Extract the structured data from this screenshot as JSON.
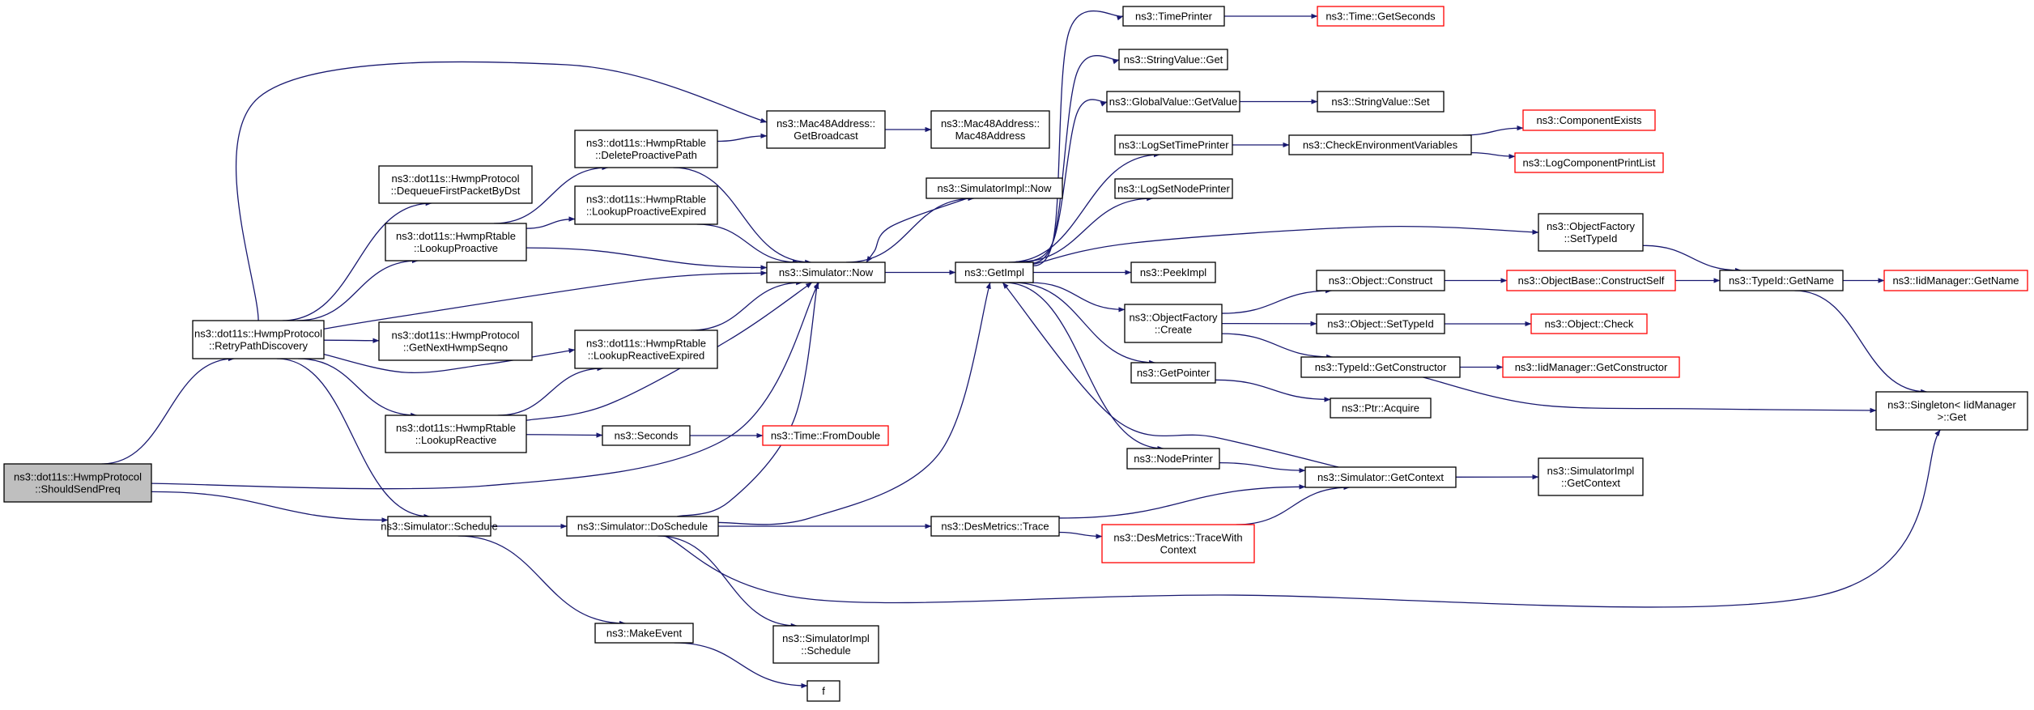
{
  "colors": {
    "edge": "#191970",
    "normal_border": "#000000",
    "truncated_border": "#ff0000",
    "root_fill": "#bfbfbf",
    "node_fill": "#ffffff"
  },
  "nodes": [
    {
      "id": "root",
      "label": [
        "ns3::dot11s::HwmpProtocol",
        "::ShouldSendPreq"
      ],
      "style": "root"
    },
    {
      "id": "retry",
      "label": [
        "ns3::dot11s::HwmpProtocol",
        "::RetryPathDiscovery"
      ],
      "style": "normal"
    },
    {
      "id": "sched",
      "label": [
        "ns3::Simulator::Schedule"
      ],
      "style": "normal"
    },
    {
      "id": "deq",
      "label": [
        "ns3::dot11s::HwmpProtocol",
        "::DequeueFirstPacketByDst"
      ],
      "style": "normal"
    },
    {
      "id": "lpro",
      "label": [
        "ns3::dot11s::HwmpRtable",
        "::LookupProactive"
      ],
      "style": "normal"
    },
    {
      "id": "nextseq",
      "label": [
        "ns3::dot11s::HwmpProtocol",
        "::GetNextHwmpSeqno"
      ],
      "style": "normal"
    },
    {
      "id": "lrea",
      "label": [
        "ns3::dot11s::HwmpRtable",
        "::LookupReactive"
      ],
      "style": "normal"
    },
    {
      "id": "delpro",
      "label": [
        "ns3::dot11s::HwmpRtable",
        "::DeleteProactivePath"
      ],
      "style": "normal"
    },
    {
      "id": "lproexp",
      "label": [
        "ns3::dot11s::HwmpRtable",
        "::LookupProactiveExpired"
      ],
      "style": "normal"
    },
    {
      "id": "lreaexp",
      "label": [
        "ns3::dot11s::HwmpRtable",
        "::LookupReactiveExpired"
      ],
      "style": "normal"
    },
    {
      "id": "secs",
      "label": [
        "ns3::Seconds"
      ],
      "style": "normal"
    },
    {
      "id": "dosched",
      "label": [
        "ns3::Simulator::DoSchedule"
      ],
      "style": "normal"
    },
    {
      "id": "mkev",
      "label": [
        "ns3::MakeEvent"
      ],
      "style": "normal"
    },
    {
      "id": "bcast",
      "label": [
        "ns3::Mac48Address::",
        "GetBroadcast"
      ],
      "style": "normal"
    },
    {
      "id": "now",
      "label": [
        "ns3::Simulator::Now"
      ],
      "style": "normal"
    },
    {
      "id": "fromdbl",
      "label": [
        "ns3::Time::FromDouble"
      ],
      "style": "truncated"
    },
    {
      "id": "implsched",
      "label": [
        "ns3::SimulatorImpl",
        "::Schedule"
      ],
      "style": "normal"
    },
    {
      "id": "f",
      "label": [
        "f"
      ],
      "style": "normal"
    },
    {
      "id": "mac48",
      "label": [
        "ns3::Mac48Address::",
        "Mac48Address"
      ],
      "style": "normal"
    },
    {
      "id": "implnow",
      "label": [
        "ns3::SimulatorImpl::Now"
      ],
      "style": "normal"
    },
    {
      "id": "getimpl",
      "label": [
        "ns3::GetImpl"
      ],
      "style": "normal"
    },
    {
      "id": "destrace",
      "label": [
        "ns3::DesMetrics::Trace"
      ],
      "style": "normal"
    },
    {
      "id": "timeprinter",
      "label": [
        "ns3::TimePrinter"
      ],
      "style": "normal"
    },
    {
      "id": "strget",
      "label": [
        "ns3::StringValue::Get"
      ],
      "style": "normal"
    },
    {
      "id": "gvget",
      "label": [
        "ns3::GlobalValue::GetValue"
      ],
      "style": "normal"
    },
    {
      "id": "logtime",
      "label": [
        "ns3::LogSetTimePrinter"
      ],
      "style": "normal"
    },
    {
      "id": "lognode",
      "label": [
        "ns3::LogSetNodePrinter"
      ],
      "style": "normal"
    },
    {
      "id": "peek",
      "label": [
        "ns3::PeekImpl"
      ],
      "style": "normal"
    },
    {
      "id": "ofcreate",
      "label": [
        "ns3::ObjectFactory",
        "::Create"
      ],
      "style": "normal"
    },
    {
      "id": "getptr",
      "label": [
        "ns3::GetPointer"
      ],
      "style": "normal"
    },
    {
      "id": "nodeprinter",
      "label": [
        "ns3::NodePrinter"
      ],
      "style": "normal"
    },
    {
      "id": "tracectx",
      "label": [
        "ns3::DesMetrics::TraceWith",
        "Context"
      ],
      "style": "truncated"
    },
    {
      "id": "getsecs",
      "label": [
        "ns3::Time::GetSeconds"
      ],
      "style": "truncated"
    },
    {
      "id": "strset",
      "label": [
        "ns3::StringValue::Set"
      ],
      "style": "normal"
    },
    {
      "id": "checkenv",
      "label": [
        "ns3::CheckEnvironmentVariables"
      ],
      "style": "normal"
    },
    {
      "id": "objconstruct",
      "label": [
        "ns3::Object::Construct"
      ],
      "style": "normal"
    },
    {
      "id": "objsettid",
      "label": [
        "ns3::Object::SetTypeId"
      ],
      "style": "normal"
    },
    {
      "id": "tidgetctor",
      "label": [
        "ns3::TypeId::GetConstructor"
      ],
      "style": "normal"
    },
    {
      "id": "ptracq",
      "label": [
        "ns3::Ptr::Acquire"
      ],
      "style": "normal"
    },
    {
      "id": "simgetctx",
      "label": [
        "ns3::Simulator::GetContext"
      ],
      "style": "normal"
    },
    {
      "id": "compexists",
      "label": [
        "ns3::ComponentExists"
      ],
      "style": "truncated"
    },
    {
      "id": "logcomplist",
      "label": [
        "ns3::LogComponentPrintList"
      ],
      "style": "truncated"
    },
    {
      "id": "ofsettid",
      "label": [
        "ns3::ObjectFactory",
        "::SetTypeId"
      ],
      "style": "normal"
    },
    {
      "id": "obconstructself",
      "label": [
        "ns3::ObjectBase::ConstructSelf"
      ],
      "style": "truncated"
    },
    {
      "id": "objcheck",
      "label": [
        "ns3::Object::Check"
      ],
      "style": "truncated"
    },
    {
      "id": "iidgetctor",
      "label": [
        "ns3::IidManager::GetConstructor"
      ],
      "style": "truncated"
    },
    {
      "id": "implgetctx",
      "label": [
        "ns3::SimulatorImpl",
        "::GetContext"
      ],
      "style": "normal"
    },
    {
      "id": "tidgetname",
      "label": [
        "ns3::TypeId::GetName"
      ],
      "style": "normal"
    },
    {
      "id": "iidgetname",
      "label": [
        "ns3::IidManager::GetName"
      ],
      "style": "truncated"
    },
    {
      "id": "singleton",
      "label": [
        "ns3::Singleton< IidManager",
        " >::Get"
      ],
      "style": "normal"
    }
  ],
  "edges": [
    [
      "root",
      "retry"
    ],
    [
      "root",
      "sched"
    ],
    [
      "root",
      "now"
    ],
    [
      "retry",
      "bcast"
    ],
    [
      "retry",
      "deq"
    ],
    [
      "retry",
      "lpro"
    ],
    [
      "retry",
      "now"
    ],
    [
      "retry",
      "nextseq"
    ],
    [
      "retry",
      "lreaexp"
    ],
    [
      "retry",
      "lrea"
    ],
    [
      "retry",
      "sched"
    ],
    [
      "lpro",
      "delpro"
    ],
    [
      "lpro",
      "lproexp"
    ],
    [
      "lpro",
      "now"
    ],
    [
      "lrea",
      "lreaexp"
    ],
    [
      "lrea",
      "now"
    ],
    [
      "lrea",
      "secs"
    ],
    [
      "delpro",
      "bcast"
    ],
    [
      "delpro",
      "now"
    ],
    [
      "lproexp",
      "now"
    ],
    [
      "lreaexp",
      "now"
    ],
    [
      "secs",
      "fromdbl"
    ],
    [
      "sched",
      "dosched"
    ],
    [
      "sched",
      "mkev"
    ],
    [
      "dosched",
      "now"
    ],
    [
      "dosched",
      "getimpl"
    ],
    [
      "dosched",
      "destrace"
    ],
    [
      "dosched",
      "implsched"
    ],
    [
      "dosched",
      "singleton"
    ],
    [
      "mkev",
      "f"
    ],
    [
      "bcast",
      "mac48"
    ],
    [
      "now",
      "implnow"
    ],
    [
      "now",
      "getimpl"
    ],
    [
      "implnow",
      "now"
    ],
    [
      "getimpl",
      "timeprinter"
    ],
    [
      "getimpl",
      "strget"
    ],
    [
      "getimpl",
      "gvget"
    ],
    [
      "getimpl",
      "logtime"
    ],
    [
      "getimpl",
      "lognode"
    ],
    [
      "getimpl",
      "peek"
    ],
    [
      "getimpl",
      "ofcreate"
    ],
    [
      "getimpl",
      "getptr"
    ],
    [
      "getimpl",
      "nodeprinter"
    ],
    [
      "getimpl",
      "ofsettid"
    ],
    [
      "timeprinter",
      "getsecs"
    ],
    [
      "gvget",
      "strset"
    ],
    [
      "logtime",
      "checkenv"
    ],
    [
      "checkenv",
      "compexists"
    ],
    [
      "checkenv",
      "logcomplist"
    ],
    [
      "ofcreate",
      "objconstruct"
    ],
    [
      "ofcreate",
      "objsettid"
    ],
    [
      "ofcreate",
      "tidgetctor"
    ],
    [
      "objconstruct",
      "obconstructself"
    ],
    [
      "objsettid",
      "objcheck"
    ],
    [
      "tidgetctor",
      "iidgetctor"
    ],
    [
      "tidgetctor",
      "singleton"
    ],
    [
      "getptr",
      "ptracq"
    ],
    [
      "nodeprinter",
      "simgetctx"
    ],
    [
      "destrace",
      "simgetctx"
    ],
    [
      "destrace",
      "tracectx"
    ],
    [
      "tracectx",
      "simgetctx"
    ],
    [
      "simgetctx",
      "getimpl"
    ],
    [
      "simgetctx",
      "implgetctx"
    ],
    [
      "obconstructself",
      "tidgetname"
    ],
    [
      "ofsettid",
      "tidgetname"
    ],
    [
      "tidgetname",
      "iidgetname"
    ],
    [
      "tidgetname",
      "singleton"
    ]
  ]
}
